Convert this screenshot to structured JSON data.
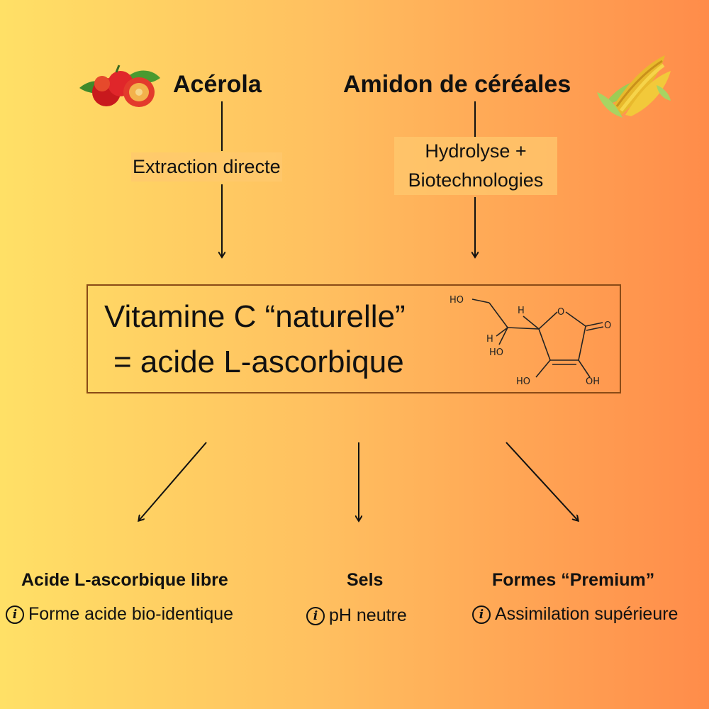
{
  "sources": [
    {
      "title": "Acérola",
      "process": "Extraction directe",
      "illustration": "acerola-fruit"
    },
    {
      "title": "Amidon de céréales",
      "process_lines": [
        "Hydrolyse +",
        "Biotechnologies"
      ],
      "illustration": "corn-cobs"
    }
  ],
  "main": {
    "line1": "Vitamine C “naturelle”",
    "line2": "= acide L-ascorbique",
    "molecule_labels": {
      "ho_top": "HO",
      "h1": "H",
      "h2": "H",
      "ho_mid": "HO",
      "o_ring": "O",
      "o_keto": "O",
      "ho_bottom": "HO",
      "oh_bottom": "OH"
    }
  },
  "outputs": [
    {
      "title": "Acide L-ascorbique libre",
      "note": "Forme acide bio-identique",
      "icon": "info-icon"
    },
    {
      "title": "Sels",
      "note": "pH neutre",
      "icon": "info-icon"
    },
    {
      "title": "Formes “Premium”",
      "note": "Assimilation supérieure",
      "icon": "info-icon"
    }
  ],
  "colors": {
    "gradient_left": "#ffe066",
    "gradient_right": "#ff8c4a",
    "box_border": "#8a4a16"
  }
}
